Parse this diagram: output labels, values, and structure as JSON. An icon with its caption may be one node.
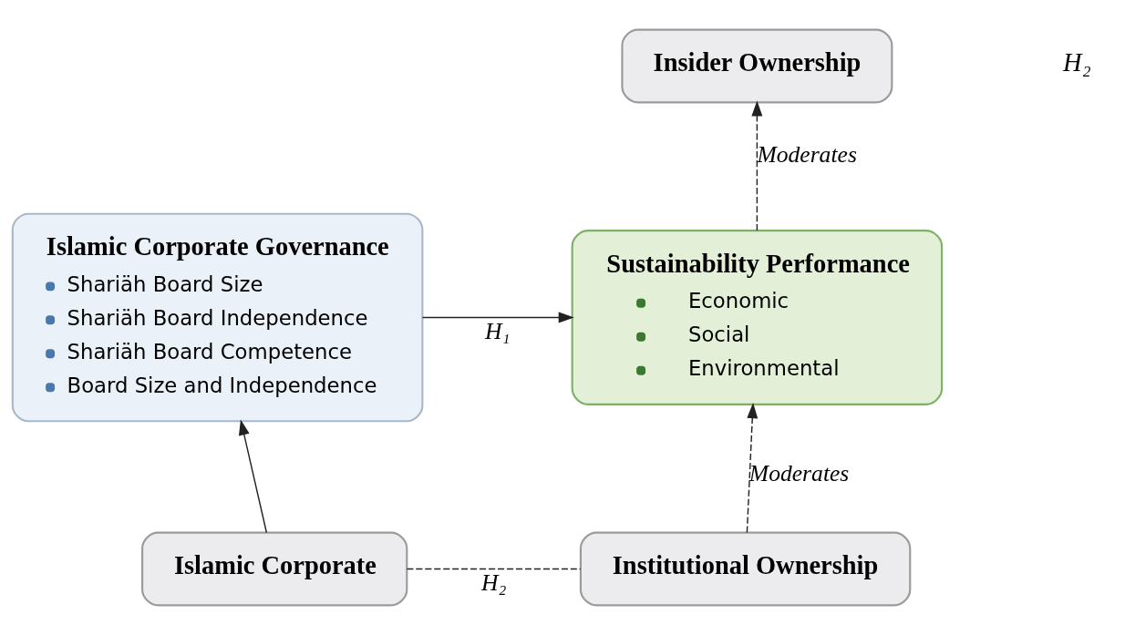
{
  "diagram": {
    "nodes": [
      {
        "text": [
          "Islamic Corporate Governance",
          "Shariäh Board Size",
          "Shariäh Board Independence",
          "Shariäh Board Competence",
          "Board Size and Independence"
        ]
      },
      {
        "text": [
          "Sustainability Performance",
          "Economic",
          "Social",
          "Environmental"
        ]
      },
      {
        "text": [
          "Insider Ownership"
        ]
      },
      {
        "text": [
          "Islamic Corporate"
        ]
      },
      {
        "text": [
          "Institutional Ownership"
        ]
      }
    ],
    "edges": [
      {
        "from": 0,
        "to": 1,
        "arrow": "to",
        "label": "H₁"
      },
      {
        "from": 1,
        "to": 2,
        "arrow": "to",
        "label": "Moderates",
        "style": "dashed"
      },
      {
        "from": 3,
        "to": 0,
        "arrow": "to"
      },
      {
        "from": 3,
        "to": 4,
        "arrow": "none",
        "label": "H₂",
        "style": "dashed"
      },
      {
        "from": 4,
        "to": 1,
        "arrow": "to",
        "label": "Moderates",
        "style": "dashed"
      }
    ],
    "labels": [
      "H₂"
    ]
  }
}
